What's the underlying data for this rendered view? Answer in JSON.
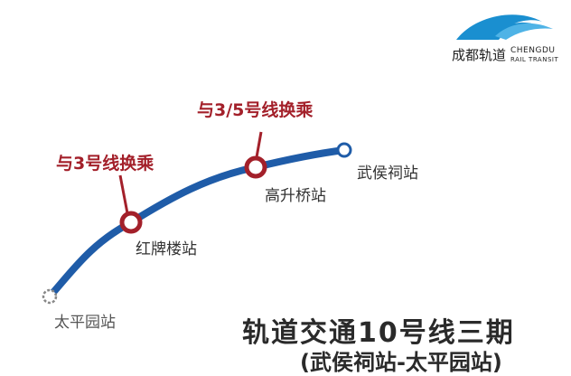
{
  "logo": {
    "cn": "成都轨道",
    "en_line1": "CHENGDU",
    "en_line2": "RAIL TRANSIT"
  },
  "colors": {
    "line": "#1f5ca8",
    "transfer": "#a3202a",
    "logo_blue": "#1a8fd0"
  },
  "stations": [
    {
      "name": "武侯祠站",
      "type": "terminal"
    },
    {
      "name": "高升桥站",
      "type": "transfer"
    },
    {
      "name": "红牌楼站",
      "type": "transfer"
    },
    {
      "name": "太平园站",
      "type": "future"
    }
  ],
  "transfers": [
    {
      "label": "与3/5号线换乘",
      "station": "高升桥站"
    },
    {
      "label": "与3号线换乘",
      "station": "红牌楼站"
    }
  ],
  "title": "轨道交通10号线三期",
  "subtitle": "(武侯祠站-太平园站)"
}
